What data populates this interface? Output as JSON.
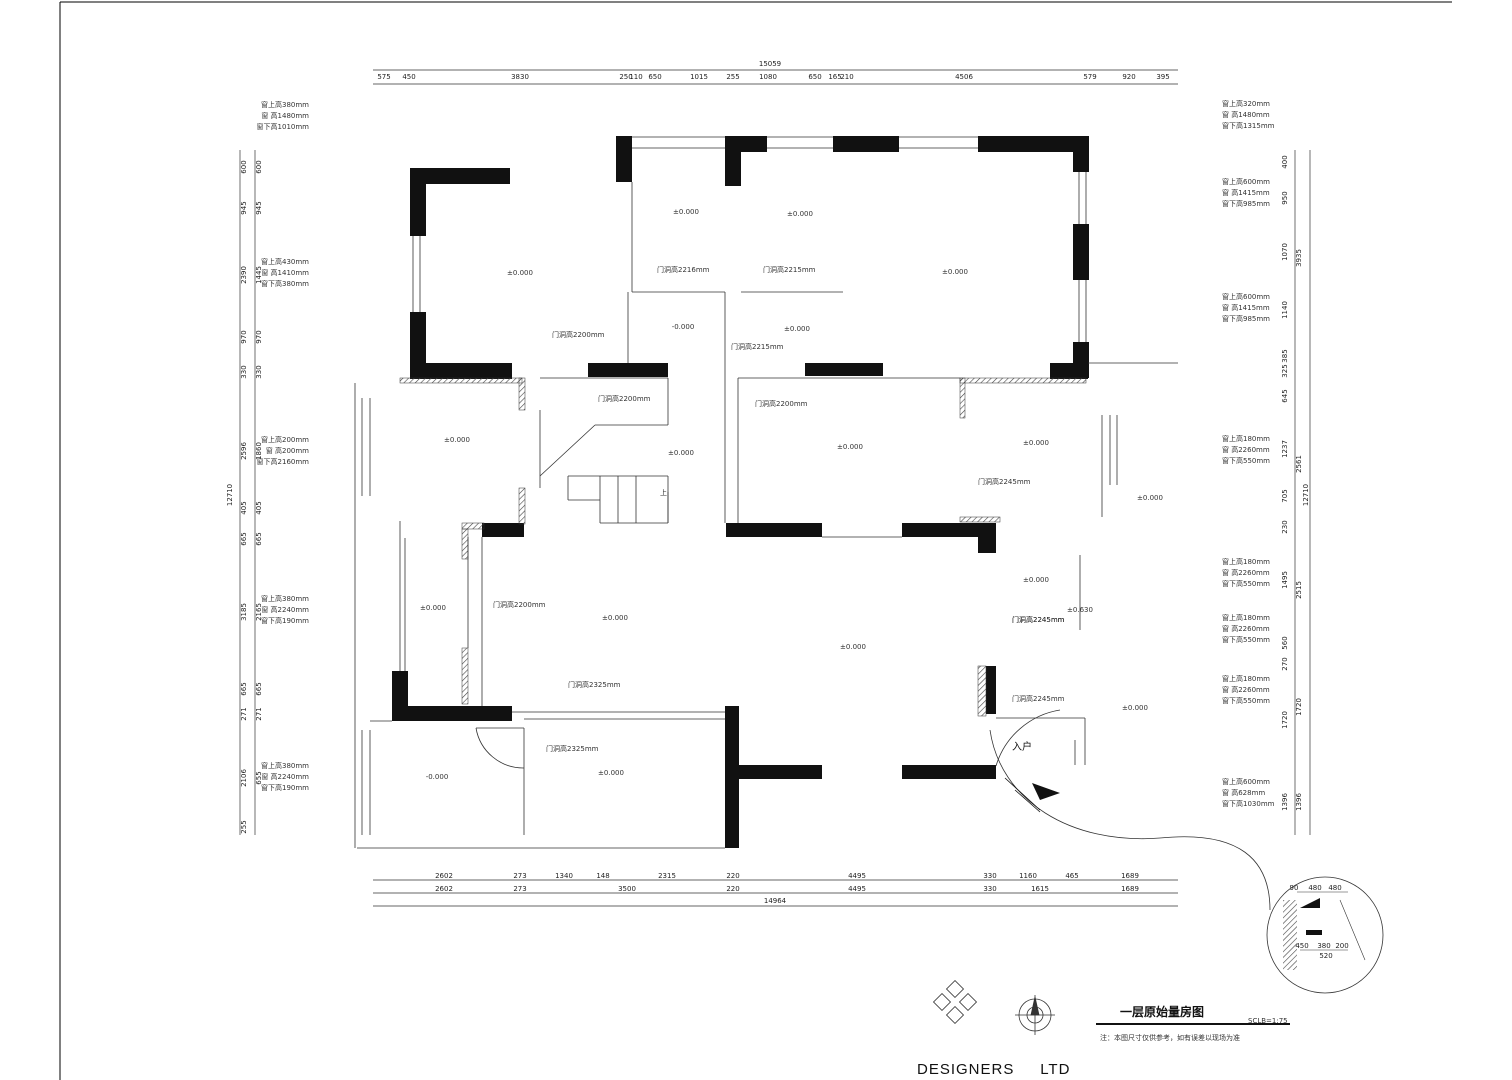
{
  "title": "一层原始量房图",
  "scale": "SCLB=1:75",
  "footnote": "注：本图尺寸仅供参考，如有误差以现场为准",
  "company": "DESIGNERS     LTD",
  "entry_label": "入户",
  "upstairs_label": "上",
  "dims_top": {
    "overall": "15059",
    "segments": [
      "575",
      "450",
      "3830",
      "250",
      "110",
      "650",
      "1015",
      "255",
      "1080",
      "650",
      "165",
      "210",
      "4506",
      "579",
      "920",
      "395"
    ]
  },
  "dims_bottom": {
    "overall": "14964",
    "row1": [
      "2602",
      "273",
      "1340",
      "148",
      "2315",
      "220",
      "4495",
      "330",
      "1160",
      "465",
      "1689"
    ],
    "row2": [
      "2602",
      "273",
      "3500",
      "220",
      "4495",
      "330",
      "1615",
      "1689"
    ]
  },
  "dims_left": {
    "overall": "12710",
    "outer": [
      "600",
      "945",
      "2390",
      "970",
      "330",
      "2596",
      "405",
      "665",
      "3185",
      "665",
      "271",
      "2106",
      "255"
    ],
    "inner": [
      "600",
      "945",
      "1445",
      "970",
      "330",
      "1860",
      "405",
      "665",
      "2165",
      "665",
      "271",
      "655"
    ]
  },
  "dims_right": {
    "overall": "12710",
    "outer": [
      "3935",
      "2561",
      "2515",
      "1720",
      "1396"
    ],
    "inner": [
      "400",
      "950",
      "1070",
      "1140",
      "385",
      "325",
      "645",
      "1237",
      "705",
      "230",
      "1495",
      "560",
      "270",
      "1720",
      "1396"
    ]
  },
  "window_notes": {
    "top_left": [
      "窗上高380mm",
      "窗  高1480mm",
      "窗下高1010mm"
    ],
    "top_right": [
      "窗上高320mm",
      "窗  高1480mm",
      "窗下高1315mm"
    ],
    "left_1": [
      "窗上高430mm",
      "窗  高1410mm",
      "窗下高380mm"
    ],
    "left_2": [
      "窗上高200mm",
      "窗  高200mm",
      "窗下高2160mm"
    ],
    "left_3": [
      "窗上高380mm",
      "窗  高2240mm",
      "窗下高190mm"
    ],
    "left_4": [
      "窗上高380mm",
      "窗  高2240mm",
      "窗下高190mm"
    ],
    "right_1": [
      "窗上高600mm",
      "窗  高1415mm",
      "窗下高985mm"
    ],
    "right_2": [
      "窗上高600mm",
      "窗  高1415mm",
      "窗下高985mm"
    ],
    "right_3": [
      "窗上高180mm",
      "窗  高2260mm",
      "窗下高550mm"
    ],
    "right_4": [
      "窗上高180mm",
      "窗  高2260mm",
      "窗下高550mm"
    ],
    "right_5": [
      "窗上高180mm",
      "窗  高2260mm",
      "窗下高550mm"
    ],
    "right_6": [
      "窗上高180mm",
      "窗  高2260mm",
      "窗下高550mm"
    ],
    "right_7": [
      "窗上高600mm",
      "窗  高628mm",
      "窗下高1030mm"
    ]
  },
  "door_notes": [
    "门洞高2216mm",
    "门洞高2215mm",
    "门洞高2200mm",
    "门洞高2200mm",
    "门洞高2200mm",
    "门洞高2215mm",
    "门洞高2245mm",
    "门洞高2245mm",
    "门洞高2245mm",
    "门洞高2200mm",
    "门洞高2325mm",
    "门洞高2325mm",
    "门洞高2245mm"
  ],
  "levels": [
    "±0.000",
    "±0.000",
    "±0.000",
    "±0.000",
    "-0.000",
    "±0.000",
    "±0.000",
    "±0.000",
    "±0.000",
    "±0.000",
    "±0.000",
    "±0.000",
    "±0.000",
    "±0.000",
    "±0.000",
    "-0.000",
    "±0.000",
    "±0.630",
    "±0.000"
  ],
  "detail": {
    "dims": [
      "90",
      "480",
      "480",
      "450",
      "380",
      "200",
      "520"
    ]
  },
  "colors": {
    "wall": "#111111",
    "line": "#333333",
    "hatch": "#555555"
  }
}
